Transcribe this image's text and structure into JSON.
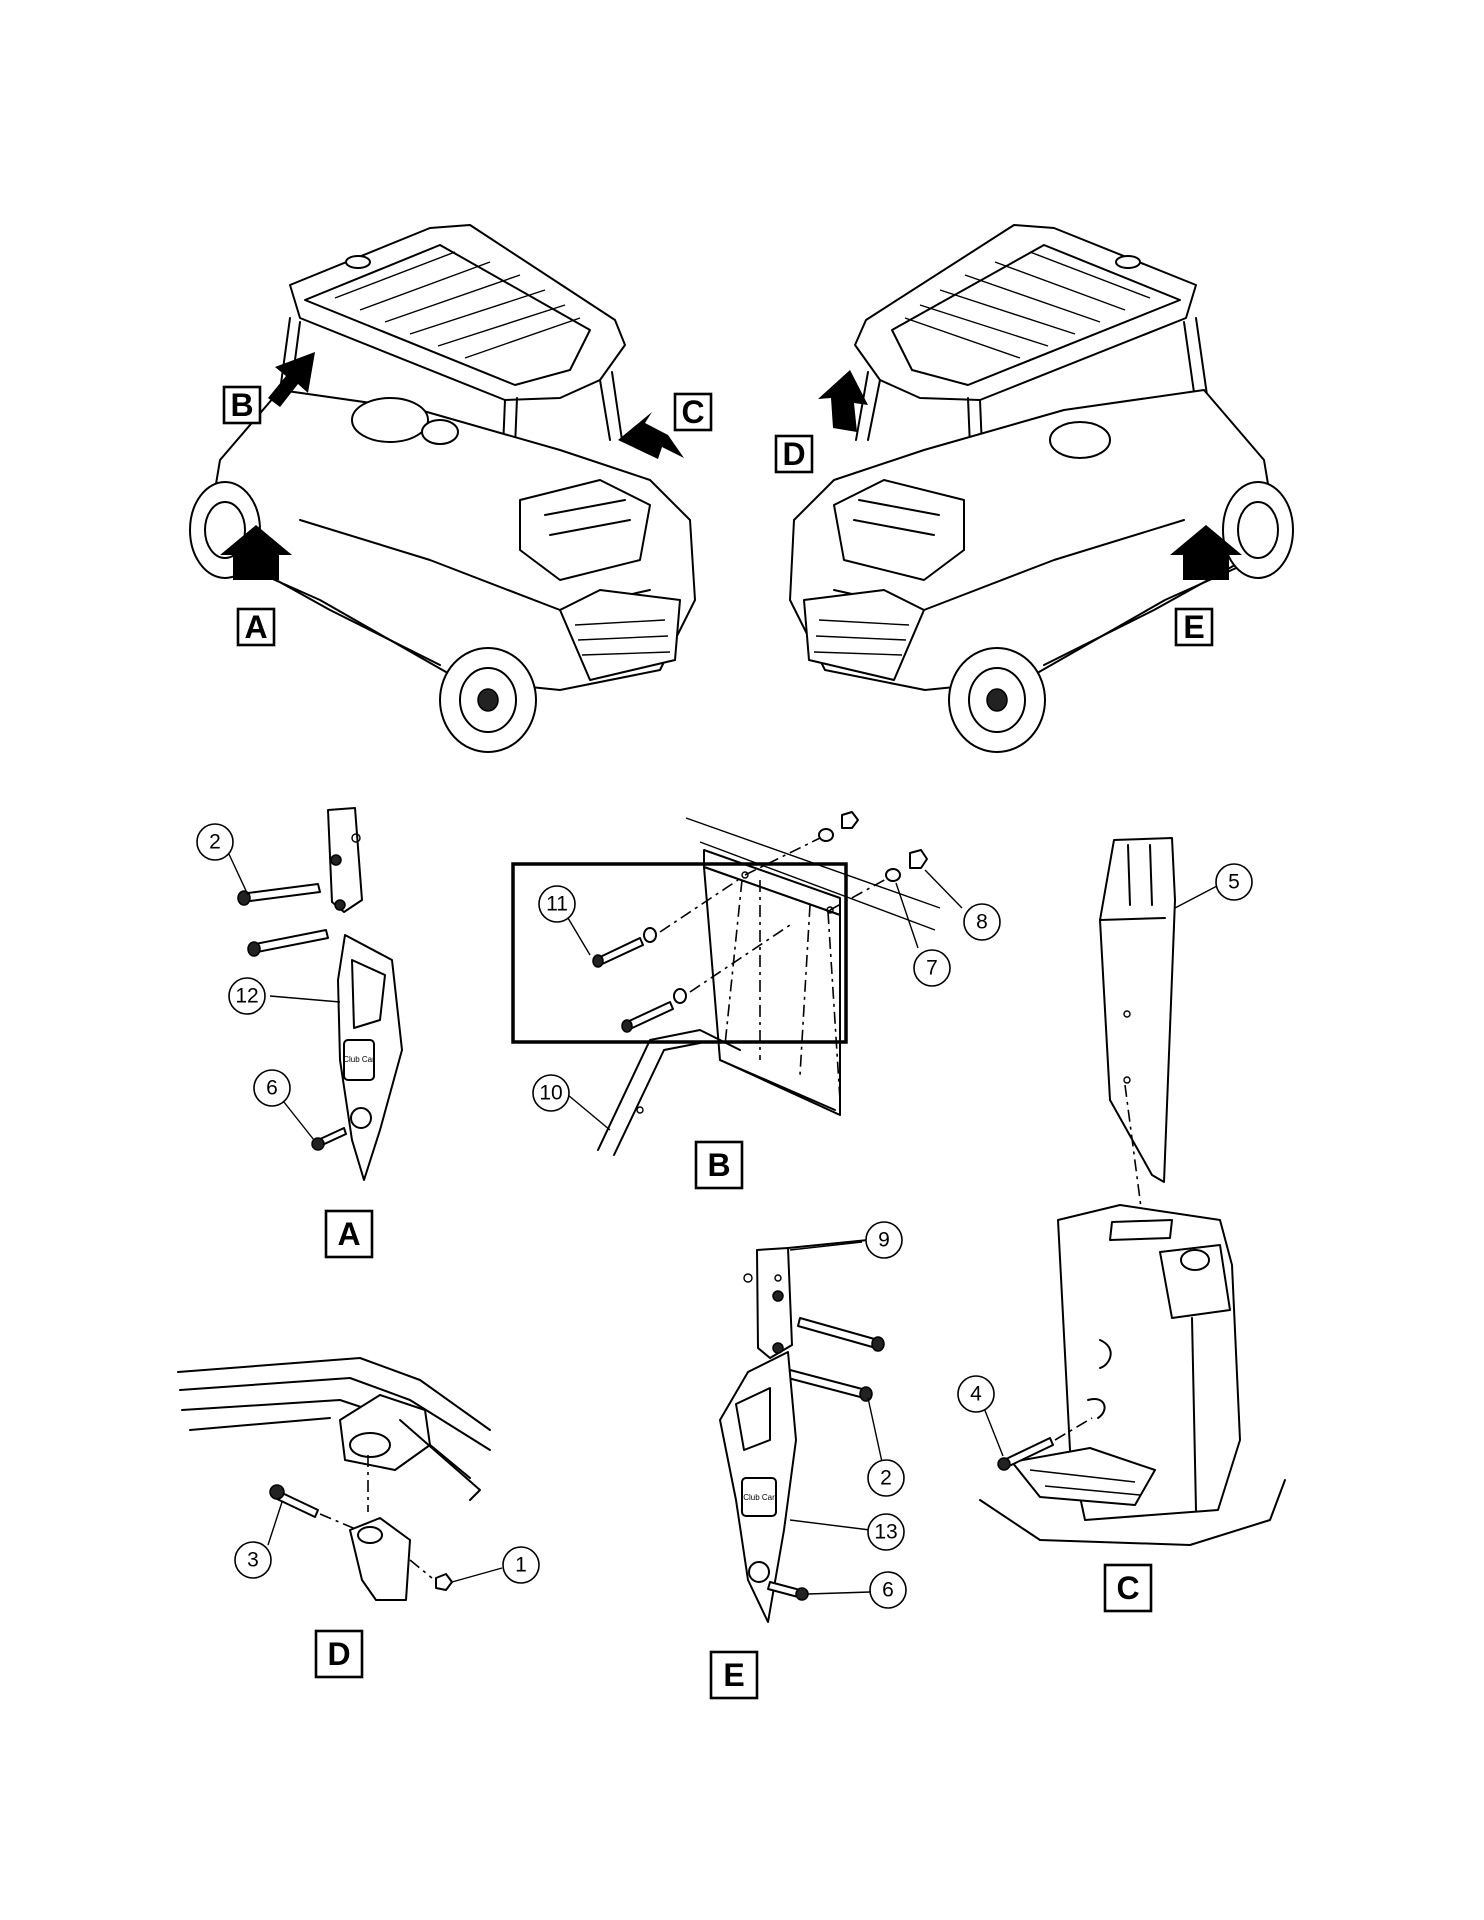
{
  "view_labels": {
    "A": "A",
    "B": "B",
    "C": "C",
    "D": "D",
    "E": "E"
  },
  "callouts": {
    "c1": "1",
    "c2a": "2",
    "c2e": "2",
    "c3": "3",
    "c4": "4",
    "c5": "5",
    "c6a": "6",
    "c6e": "6",
    "c7": "7",
    "c8": "8",
    "c9": "9",
    "c10": "10",
    "c11": "11",
    "c12": "12",
    "c13": "13"
  },
  "logo_text": "Club Car",
  "colors": {
    "line": "#000000",
    "background": "#ffffff"
  }
}
